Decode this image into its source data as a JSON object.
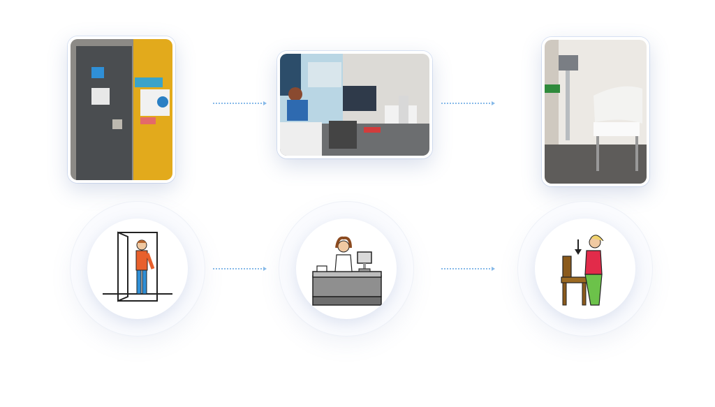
{
  "steps": [
    {
      "photo_icon": "door-photo",
      "pictogram_icon": "open-door-pictogram"
    },
    {
      "photo_icon": "reception-photo",
      "pictogram_icon": "receptionist-pictogram"
    },
    {
      "photo_icon": "waiting-chair-photo",
      "pictogram_icon": "sit-down-pictogram"
    }
  ],
  "colors": {
    "accent": "#86b9e8",
    "door_yellow": "#e2aa1c",
    "door_gray": "#4a4d50"
  }
}
